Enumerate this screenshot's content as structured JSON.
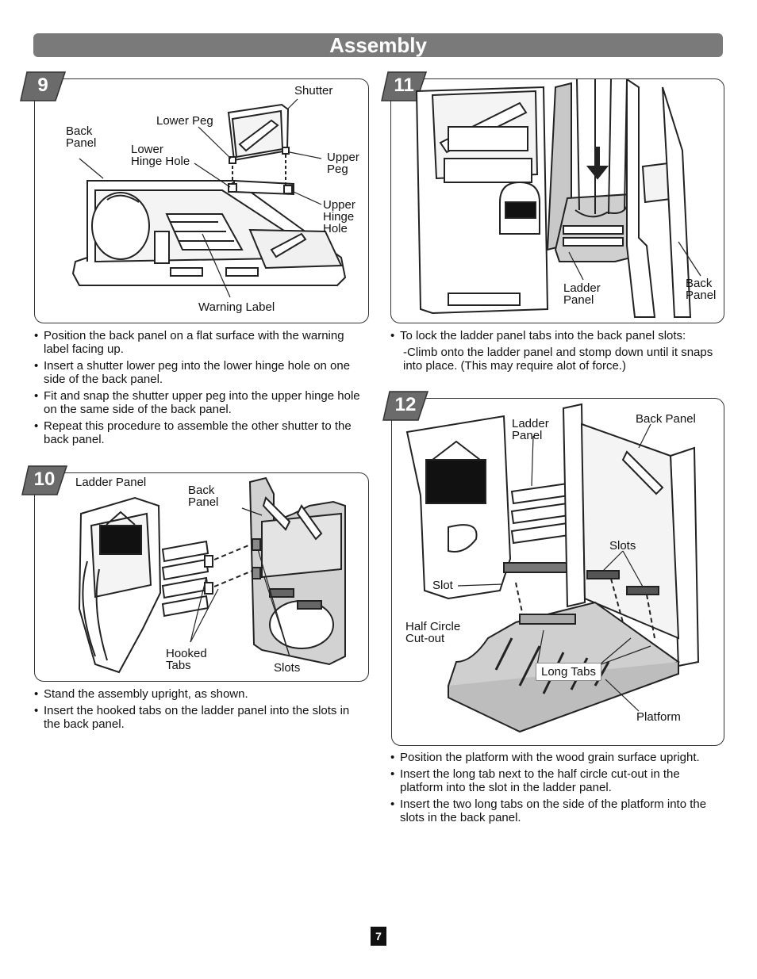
{
  "header": {
    "title": "Assembly"
  },
  "steps": [
    {
      "number": "9",
      "labels": {
        "shutter": "Shutter",
        "lower_peg": "Lower Peg",
        "back_panel": "Back\nPanel",
        "lower_hinge_hole": "Lower\nHinge Hole",
        "upper_peg": "Upper\nPeg",
        "upper_hinge_hole": "Upper\nHinge\nHole",
        "warning_label": "Warning Label"
      },
      "instructions": [
        "Position the back panel on a flat surface with the warning label facing up.",
        "Insert a shutter lower peg into the lower hinge hole on one side of the back panel.",
        "Fit and snap the shutter upper peg into the upper hinge hole on the same side of the back panel.",
        "Repeat this procedure to assemble the other shutter to the back panel."
      ]
    },
    {
      "number": "10",
      "labels": {
        "ladder_panel": "Ladder Panel",
        "back_panel": "Back\nPanel",
        "hooked_tabs": "Hooked\nTabs",
        "slots": "Slots"
      },
      "instructions": [
        "Stand the assembly upright, as shown.",
        "Insert the hooked tabs on the ladder panel into the slots in the back panel."
      ]
    },
    {
      "number": "11",
      "labels": {
        "ladder_panel": "Ladder\nPanel",
        "back_panel": "Back\nPanel"
      },
      "instructions": [
        "To lock the ladder panel tabs into the back panel slots:"
      ],
      "sub_instruction": "-Climb onto the ladder panel and stomp down until it snaps into place. (This may require alot of force.)"
    },
    {
      "number": "12",
      "labels": {
        "ladder_panel": "Ladder\nPanel",
        "back_panel": "Back Panel",
        "slots": "Slots",
        "slot": "Slot",
        "half_circle": "Half Circle\nCut-out",
        "long_tabs": "Long Tabs",
        "platform": "Platform"
      },
      "instructions": [
        "Position the platform with the wood grain surface upright.",
        "Insert the long tab next to the half circle cut-out in the platform into the slot in the ladder panel.",
        "Insert the two long tabs on the side of the platform into the slots in the back panel."
      ]
    }
  ],
  "footer": {
    "page_number": "7"
  }
}
